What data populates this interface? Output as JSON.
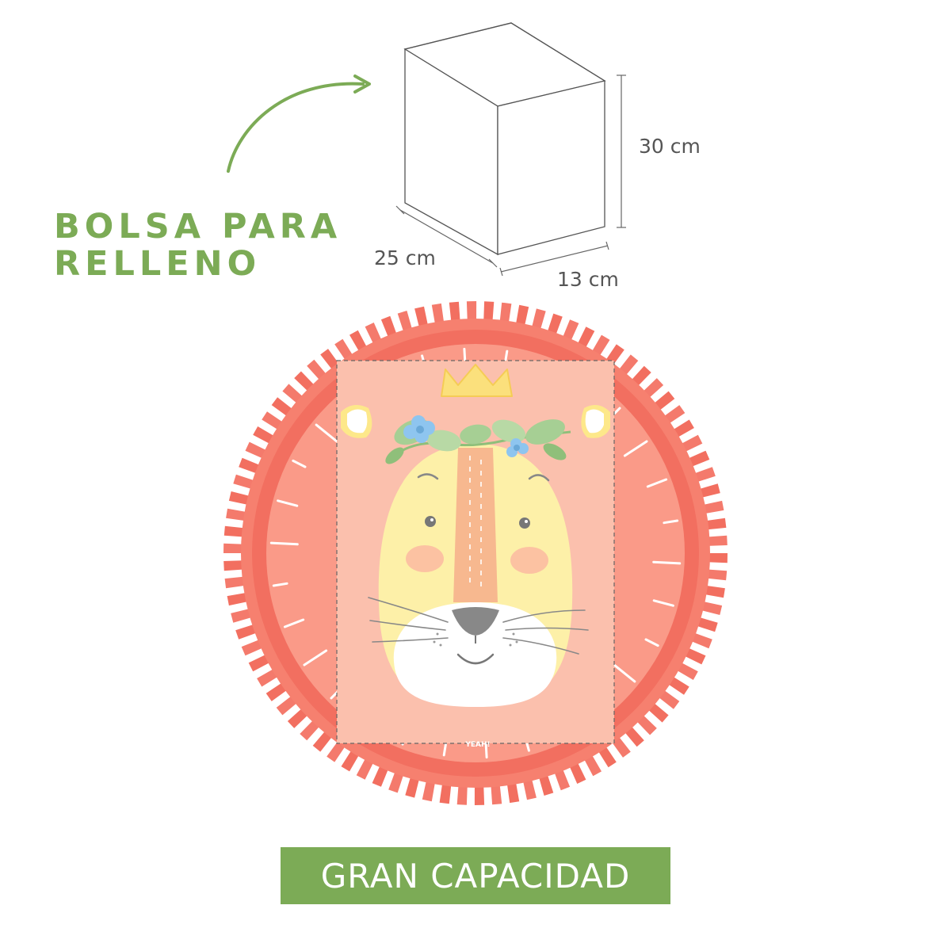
{
  "title": {
    "line1": "BOLSA PARA",
    "line2": "RELLENO"
  },
  "dimensions": {
    "height": "30 cm",
    "depth": "25 cm",
    "width": "13 cm"
  },
  "badge": {
    "label": "GRAN CAPACIDAD"
  },
  "plate": {
    "brand": "YEAH!"
  },
  "colors": {
    "accent_green": "#7cab56",
    "plate_outer": "#f26f60",
    "plate_inner": "#fa9a88",
    "pattern_bg": "#fbc0ad",
    "lion_face": "#fdf0a8",
    "lion_muzzle": "#ffffff",
    "crown": "#fbe07c"
  },
  "icons": [
    "curved-arrow-icon",
    "box-outline-icon",
    "lion-plate-icon",
    "crown-icon",
    "flower-wreath-icon"
  ]
}
